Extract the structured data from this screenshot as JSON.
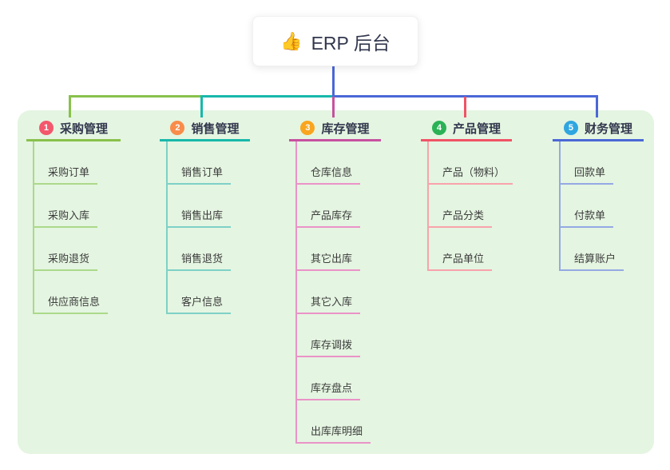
{
  "root": {
    "icon": "👍",
    "label": "ERP 后台"
  },
  "branches": [
    {
      "number": "1",
      "title": "采购管理",
      "badge_color": "#f3586c",
      "line_color": "#88c14c",
      "child_line_color": "#abd98a",
      "items": [
        "采购订单",
        "采购入库",
        "采购退货",
        "供应商信息"
      ]
    },
    {
      "number": "2",
      "title": "销售管理",
      "badge_color": "#f98c4b",
      "line_color": "#17b8ab",
      "child_line_color": "#7ed1c7",
      "items": [
        "销售订单",
        "销售出库",
        "销售退货",
        "客户信息"
      ]
    },
    {
      "number": "3",
      "title": "库存管理",
      "badge_color": "#f9a51e",
      "line_color": "#c7519f",
      "child_line_color": "#ea93c8",
      "items": [
        "仓库信息",
        "产品库存",
        "其它出库",
        "其它入库",
        "库存调拨",
        "库存盘点",
        "出库库明细"
      ]
    },
    {
      "number": "4",
      "title": "产品管理",
      "badge_color": "#2bb256",
      "line_color": "#f05366",
      "child_line_color": "#f8a3ab",
      "items": [
        "产品（物料）",
        "产品分类",
        "产品单位"
      ]
    },
    {
      "number": "5",
      "title": "财务管理",
      "badge_color": "#2fa6e0",
      "line_color": "#4b68d7",
      "child_line_color": "#94a9e4",
      "items": [
        "回款单",
        "付款单",
        "结算账户"
      ]
    }
  ],
  "colors": {
    "panel_background": "#e4f5e1",
    "root_connector": "#4b68d7",
    "root_text": "#32374d",
    "item_text": "#3c3c3c"
  }
}
